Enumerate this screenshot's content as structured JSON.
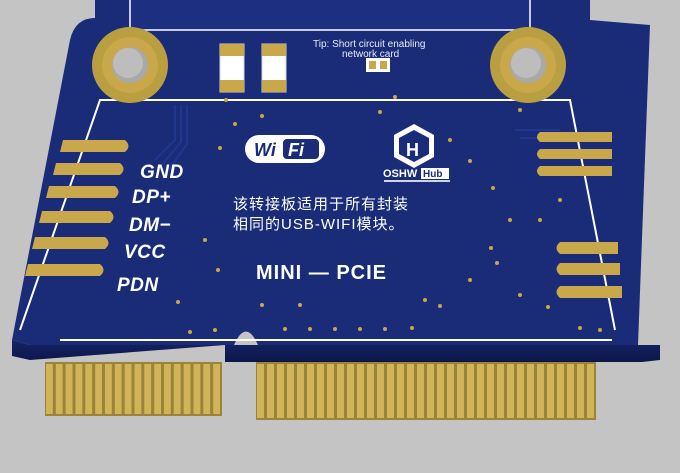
{
  "board": {
    "pin_labels": [
      "GND",
      "DP+",
      "DM−",
      "VCC",
      "PDN"
    ],
    "tip_line1": "Tip: Short circuit enabling",
    "tip_line2": "network card",
    "wifi_logo": [
      "Wi",
      "Fi"
    ],
    "oshw_logo": {
      "mark": "H",
      "text": "OSHW",
      "badge": "Hub"
    },
    "description_line1": "该转接板适用于所有封装",
    "description_line2": "相同的USB-WIFI模块。",
    "form_factor": "MINI — PCIE",
    "colors": {
      "pcb": "#1a2c78",
      "pcb_edge": "#0f1b55",
      "gold": "#c8a84a",
      "silkscreen": "#ffffff",
      "background": "#c4c4c4"
    }
  }
}
